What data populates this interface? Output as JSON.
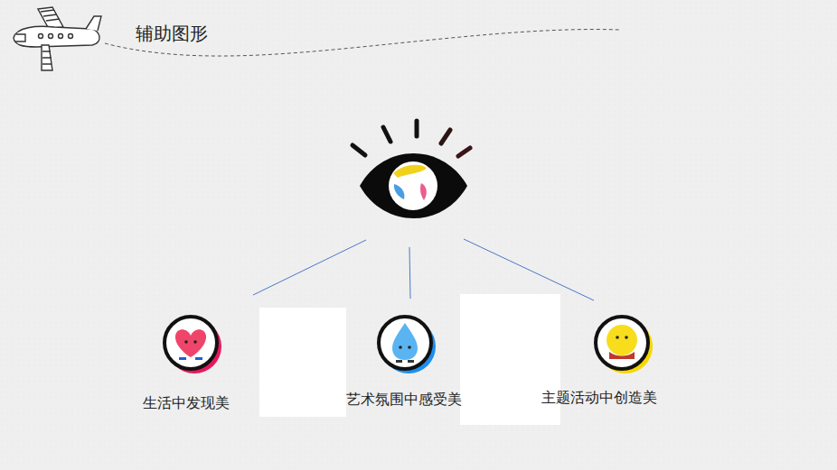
{
  "diagram": {
    "title": "辅助图形",
    "nodes": [
      {
        "text": [
          "生活中发现美"
        ]
      },
      {
        "text": [
          "艺术氛围中感受美"
        ]
      },
      {
        "text": [
          "主题活动中创造美"
        ]
      }
    ]
  }
}
